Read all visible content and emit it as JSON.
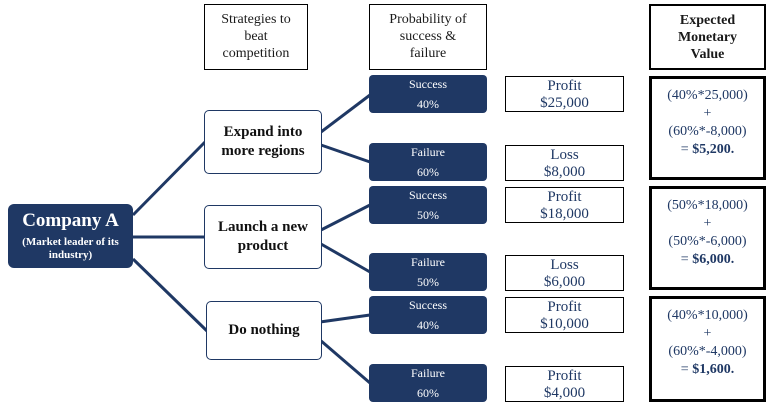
{
  "headers": {
    "strategies": [
      "Strategies to",
      "beat",
      "competition"
    ],
    "probability": [
      "Probability of",
      "success &",
      "failure"
    ],
    "emv": [
      "Expected",
      "Monetary",
      "Value"
    ]
  },
  "root": {
    "title": "Company A",
    "subtitle_1": "(Market leader of its",
    "subtitle_2": "industry)"
  },
  "strategies": [
    {
      "line1": "Expand into",
      "line2": "more regions"
    },
    {
      "line1": "Launch a new",
      "line2": "product"
    },
    {
      "line1": "Do nothing",
      "line2": ""
    }
  ],
  "branches": [
    {
      "prob_label": "Success",
      "prob_value": "40%",
      "outcome_label": "Profit",
      "outcome_value": "$25,000"
    },
    {
      "prob_label": "Failure",
      "prob_value": "60%",
      "outcome_label": "Loss",
      "outcome_value": "$8,000"
    },
    {
      "prob_label": "Success",
      "prob_value": "50%",
      "outcome_label": "Profit",
      "outcome_value": "$18,000"
    },
    {
      "prob_label": "Failure",
      "prob_value": "50%",
      "outcome_label": "Loss",
      "outcome_value": "$6,000"
    },
    {
      "prob_label": "Success",
      "prob_value": "40%",
      "outcome_label": "Profit",
      "outcome_value": "$10,000"
    },
    {
      "prob_label": "Failure",
      "prob_value": "60%",
      "outcome_label": "Profit",
      "outcome_value": "$4,000"
    }
  ],
  "emv": [
    {
      "line1": "(40%*25,000)",
      "plus": "+",
      "line2": "(60%*-8,000)",
      "eq": "= ",
      "result": "$5,200."
    },
    {
      "line1": "(50%*18,000)",
      "plus": "+",
      "line2": "(50%*-6,000)",
      "eq": "= ",
      "result": "$6,000."
    },
    {
      "line1": "(40%*10,000)",
      "plus": "+",
      "line2": "(60%*-4,000)",
      "eq": "= ",
      "result": "$1,600."
    }
  ],
  "colors": {
    "navy": "#1f3864",
    "text_blue": "#1f3864",
    "border": "#000000"
  }
}
